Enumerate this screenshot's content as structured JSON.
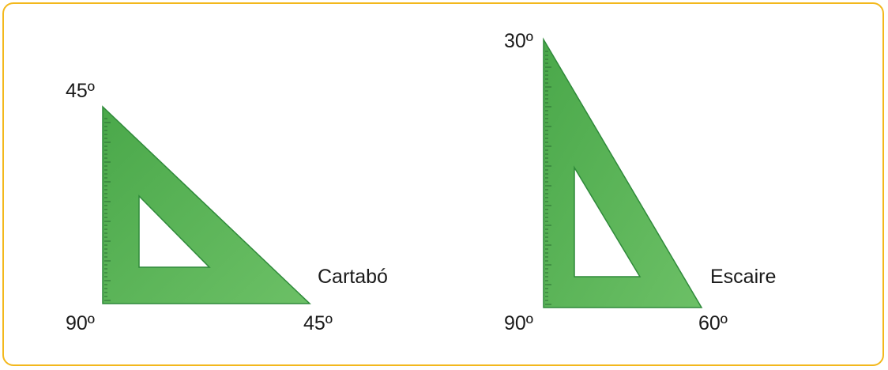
{
  "colors": {
    "frame": "#f3b81c",
    "triangle_fill": "#5cb55a",
    "triangle_edge": "#2f8a3a",
    "ruler_marks": "#2a6f33"
  },
  "cartabo": {
    "name": "Cartabó",
    "angle_top": "45º",
    "angle_bottom_left": "90º",
    "angle_bottom_right": "45º"
  },
  "escaire": {
    "name": "Escaire",
    "angle_top": "30º",
    "angle_bottom_left": "90º",
    "angle_bottom_right": "60º"
  }
}
